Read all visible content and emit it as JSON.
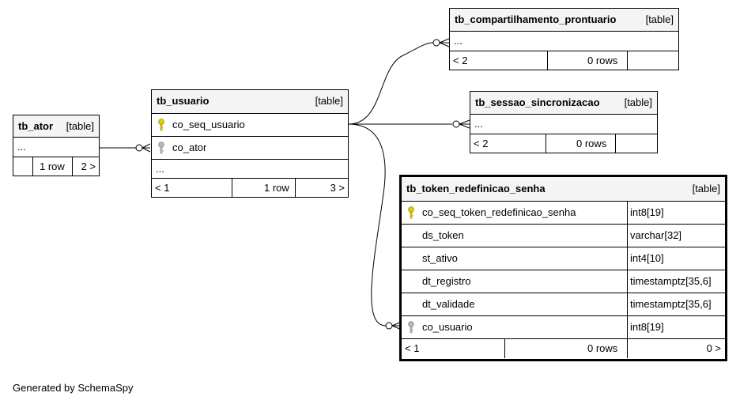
{
  "colors": {
    "pk_key": "#e0d000",
    "fk_key": "#a0a0a0",
    "header_bg": "#f4f4f4"
  },
  "tables": {
    "ator": {
      "name": "tb_ator",
      "kind": "[table]",
      "ellipsis": "...",
      "rows": "1 row",
      "children": "2 >"
    },
    "usuario": {
      "name": "tb_usuario",
      "kind": "[table]",
      "columns": [
        {
          "name": "co_seq_usuario",
          "key": "primary-key-icon"
        },
        {
          "name": "co_ator",
          "key": "foreign-key-icon"
        }
      ],
      "ellipsis": "...",
      "parents": "< 1",
      "rows": "1 row",
      "children": "3 >"
    },
    "compartilhamento": {
      "name": "tb_compartilhamento_prontuario",
      "kind": "[table]",
      "ellipsis": "...",
      "parents": "< 2",
      "rows": "0 rows"
    },
    "sessao": {
      "name": "tb_sessao_sincronizacao",
      "kind": "[table]",
      "ellipsis": "...",
      "parents": "< 2",
      "rows": "0 rows"
    },
    "token": {
      "name": "tb_token_redefinicao_senha",
      "kind": "[table]",
      "columns": [
        {
          "name": "co_seq_token_redefinicao_senha",
          "type": "int8[19]",
          "key": "primary-key-icon"
        },
        {
          "name": "ds_token",
          "type": "varchar[32]"
        },
        {
          "name": "st_ativo",
          "type": "int4[10]"
        },
        {
          "name": "dt_registro",
          "type": "timestamptz[35,6]"
        },
        {
          "name": "dt_validade",
          "type": "timestamptz[35,6]"
        },
        {
          "name": "co_usuario",
          "type": "int8[19]",
          "key": "foreign-key-icon"
        }
      ],
      "parents": "< 1",
      "rows": "0 rows",
      "children": "0 >"
    }
  },
  "footer": {
    "credit": "Generated by SchemaSpy"
  }
}
